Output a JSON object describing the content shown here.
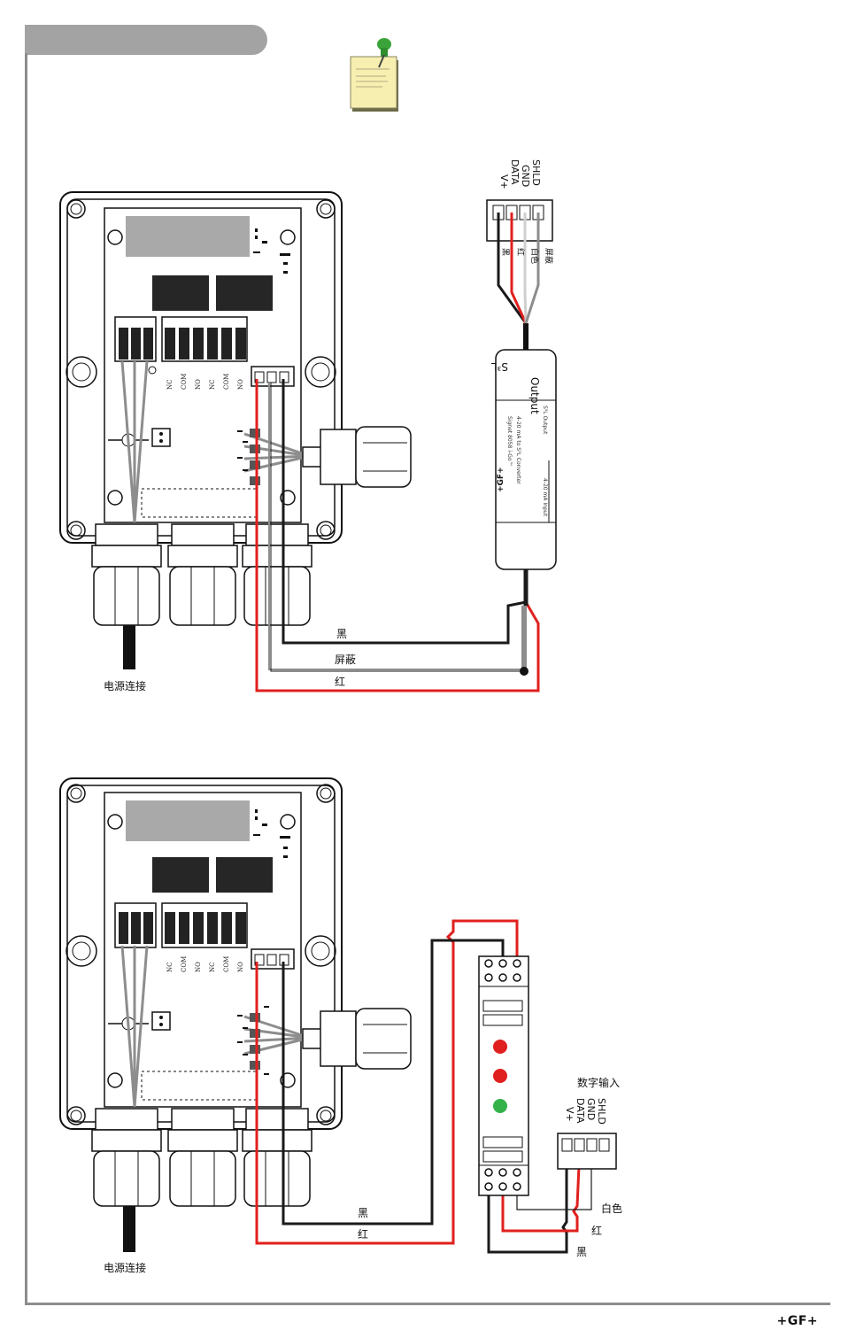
{
  "brand": "+GF+",
  "diagram1": {
    "power_label": "电源连接",
    "wire_labels": {
      "black": "黑",
      "shield": "屏蔽",
      "red": "红"
    },
    "connector_pins": [
      "SHLD",
      "GND",
      "DATA",
      "V+"
    ],
    "connector_wire_labels": [
      "黑",
      "红",
      "白色",
      "屏蔽"
    ],
    "terminal_labels": [
      "NC",
      "COM",
      "NO",
      "NC",
      "COM",
      "NO"
    ],
    "converter": {
      "output_label": "Output",
      "s3l_label": "S³L",
      "line1": "Signet 8058 i-Go™",
      "line2": "4-20 mA to S³L Converter",
      "line3": "S³L Output",
      "line4": "4-20 mA Input",
      "brand": "+GF+"
    }
  },
  "diagram2": {
    "power_label": "电源连接",
    "wire_labels": {
      "black": "黑",
      "red": "红",
      "white": "白色",
      "black2": "黑"
    },
    "connector_title": "数字输入",
    "connector_pins": [
      "SHLD",
      "GND",
      "DATA",
      "V+"
    ],
    "terminal_labels": [
      "NC",
      "COM",
      "NO",
      "NC",
      "COM",
      "NO"
    ]
  },
  "colors": {
    "red_wire": "#e0201e",
    "black_wire": "#1a1a1a",
    "gray_wire": "#8d8d8d",
    "header": "#a3a3a3"
  },
  "icons": [
    "note-pin-icon"
  ]
}
